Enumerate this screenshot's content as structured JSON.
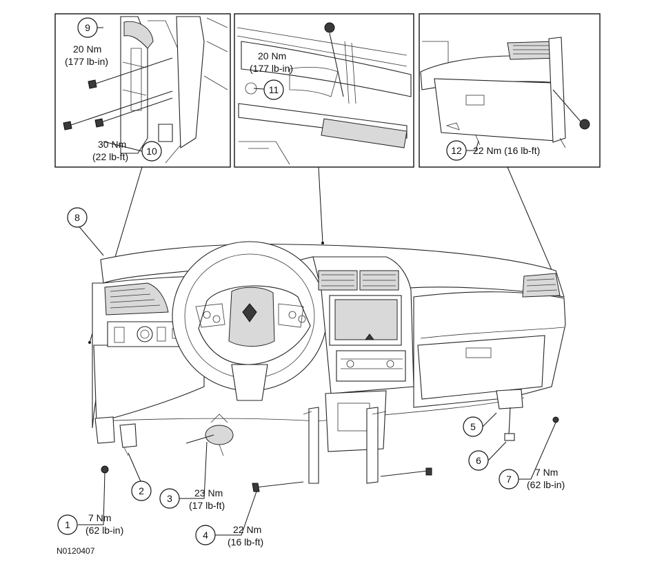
{
  "figure_code": "N0120407",
  "callouts": [
    {
      "id": "1",
      "label": "1"
    },
    {
      "id": "2",
      "label": "2"
    },
    {
      "id": "3",
      "label": "3"
    },
    {
      "id": "4",
      "label": "4"
    },
    {
      "id": "5",
      "label": "5"
    },
    {
      "id": "6",
      "label": "6"
    },
    {
      "id": "7",
      "label": "7"
    },
    {
      "id": "8",
      "label": "8"
    },
    {
      "id": "9",
      "label": "9"
    },
    {
      "id": "10",
      "label": "10"
    },
    {
      "id": "11",
      "label": "11"
    },
    {
      "id": "12",
      "label": "12"
    }
  ],
  "torques": {
    "t1": {
      "metric": "7 Nm",
      "imperial": "(62 lb-in)"
    },
    "t3": {
      "metric": "23 Nm",
      "imperial": "(17 lb-ft)"
    },
    "t4": {
      "metric": "22 Nm",
      "imperial": "(16 lb-ft)"
    },
    "t7": {
      "metric": "7 Nm",
      "imperial": "(62 lb-in)"
    },
    "t9": {
      "metric": "20 Nm",
      "imperial": "(177 lb-in)"
    },
    "t10": {
      "metric": "30 Nm",
      "imperial": "(22 lb-ft)"
    },
    "t11": {
      "metric": "20 Nm",
      "imperial": "(177 lb-in)"
    },
    "t12": {
      "text": "22 Nm (16 lb-ft)"
    }
  }
}
